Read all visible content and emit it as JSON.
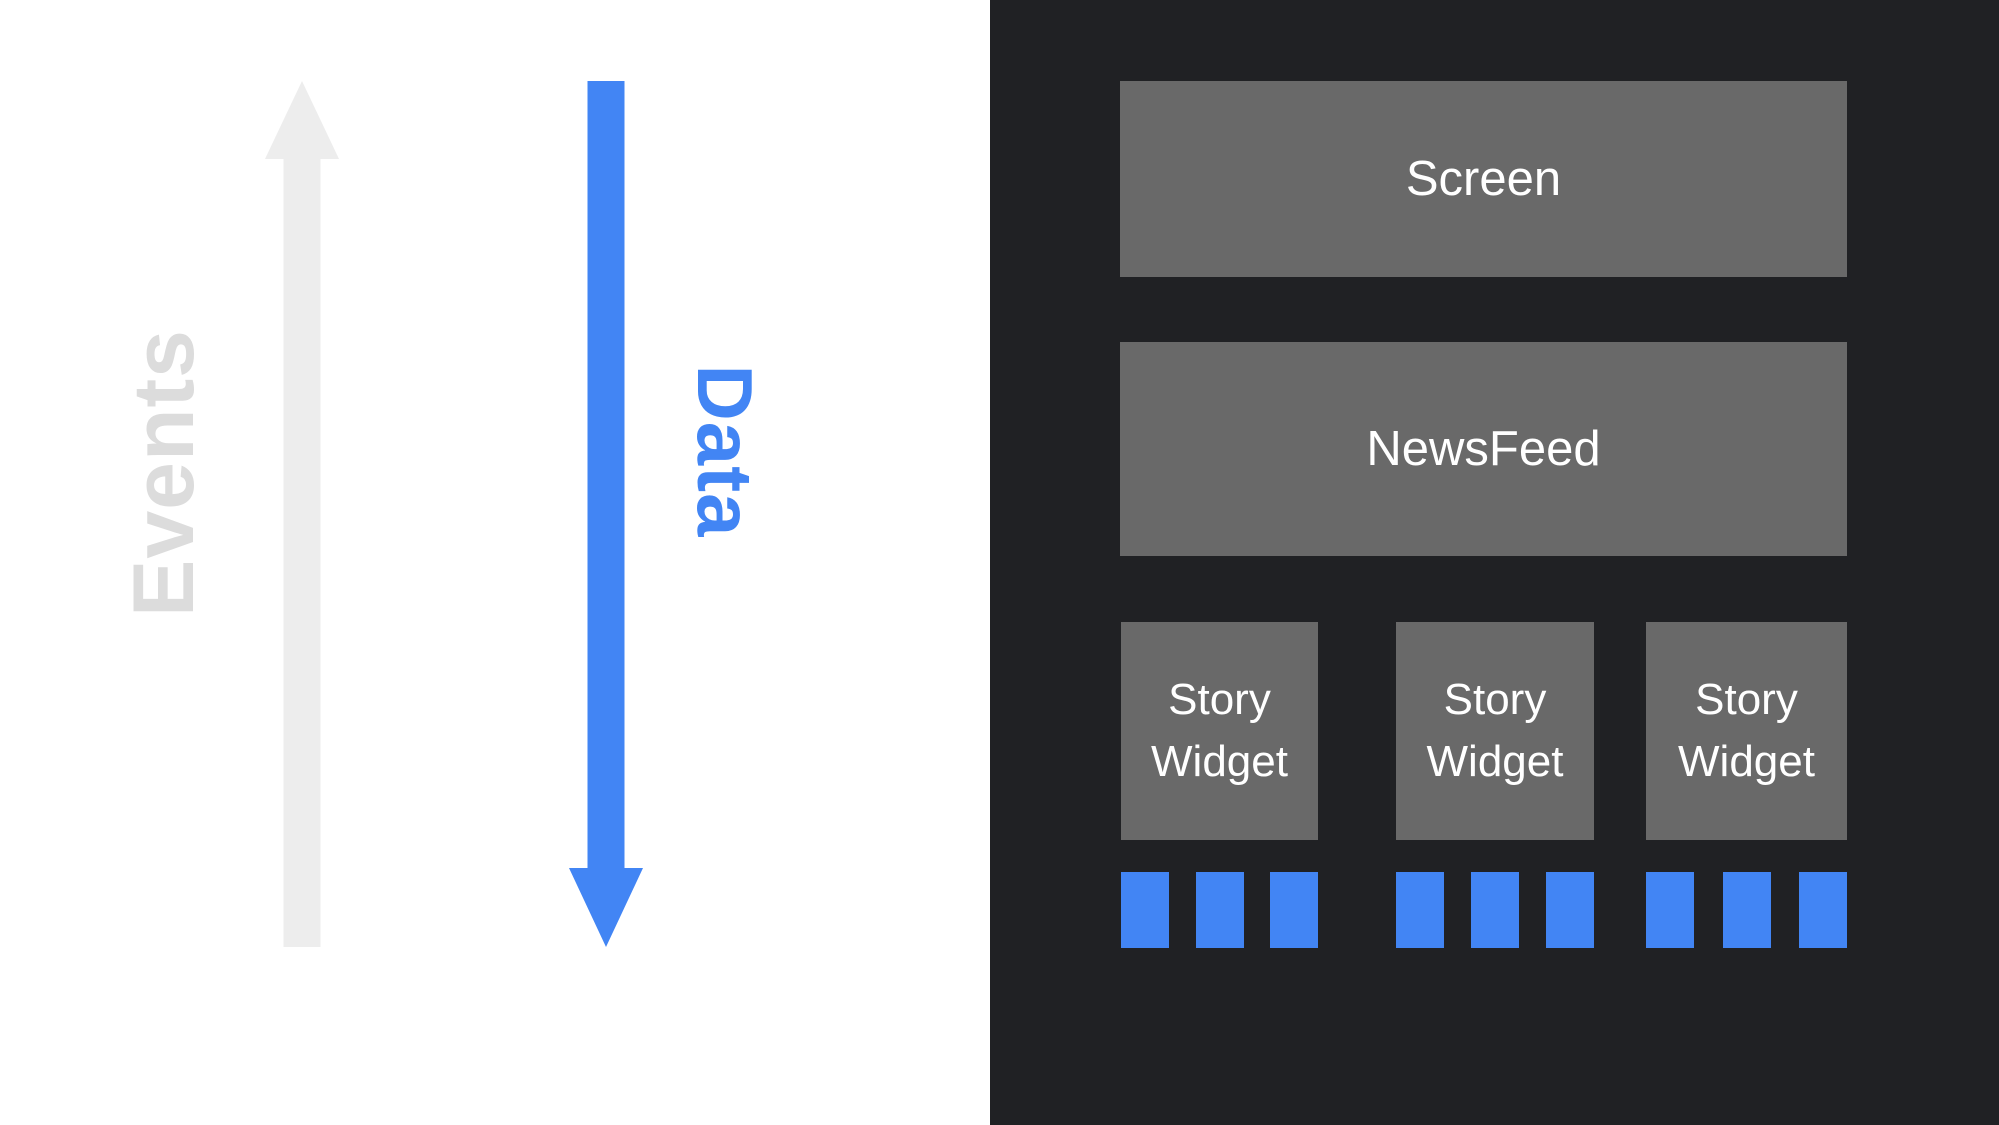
{
  "diagram_title": "NewsFeed widget tree with events and data flow",
  "colors": {
    "accent-blue": "#4285f4",
    "panel-dark": "#202124",
    "panel-light": "#ffffff",
    "box-gray": "#696969",
    "arrow-gray": "#ededed",
    "label-gray": "#dcdcdc"
  },
  "left_panel": {
    "events_label": "Events",
    "data_label": "Data",
    "events_arrow_direction": "up",
    "data_arrow_direction": "down"
  },
  "right_panel": {
    "screen_label": "Screen",
    "newsfeed_label": "NewsFeed",
    "story_widgets": [
      {
        "label": "Story Widget",
        "tiles": 3
      },
      {
        "label": "Story Widget",
        "tiles": 3
      },
      {
        "label": "Story Widget",
        "tiles": 3
      }
    ]
  }
}
